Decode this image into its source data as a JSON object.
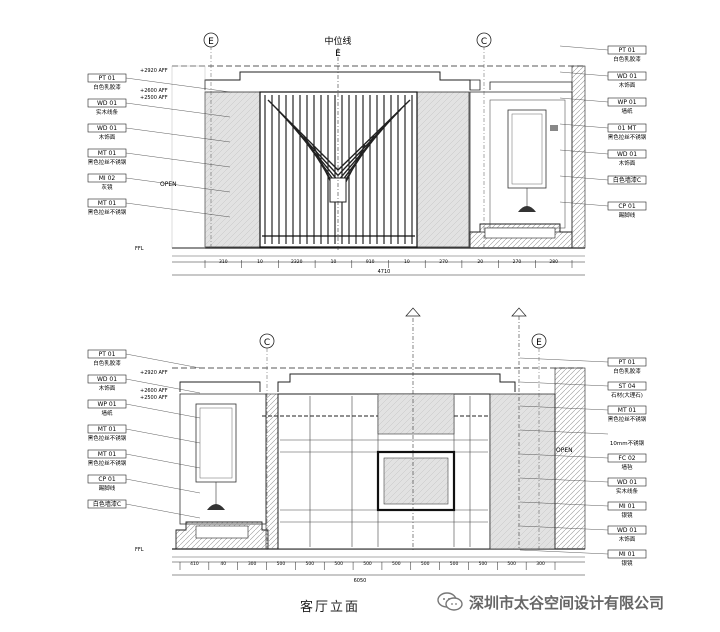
{
  "top_elevation": {
    "center_label": "中位线",
    "axis_marks": [
      "E",
      "C"
    ],
    "center_mark": "E",
    "left_tags": [
      {
        "code": "PT 01",
        "desc": "白色乳胶漆"
      },
      {
        "code": "WD 01",
        "desc": "实木线条"
      },
      {
        "code": "WD 01",
        "desc": "木饰面"
      },
      {
        "code": "MT 01",
        "desc": "黑色拉丝不锈钢"
      },
      {
        "code": "MI 02",
        "desc": "灰镜"
      },
      {
        "code": "MT 01",
        "desc": "黑色拉丝不锈钢"
      }
    ],
    "right_tags": [
      {
        "code": "PT 01",
        "desc": "白色乳胶漆"
      },
      {
        "code": "WD 01",
        "desc": "木饰面"
      },
      {
        "code": "WP 01",
        "desc": "墙纸"
      },
      {
        "code": "01 MT",
        "desc": "黑色拉丝不锈钢"
      },
      {
        "code": "WD 01",
        "desc": "木饰面"
      },
      {
        "code": "白色墙漆C",
        "desc": ""
      },
      {
        "code": "CP 01",
        "desc": "踢脚线"
      }
    ],
    "level_marks": [
      "+2920 AFF",
      "+2600 AFF",
      "+2500 AFF"
    ],
    "open_label": "OPEN",
    "floor_mark": "FFL",
    "dims": [
      "310",
      "10",
      "2320",
      "10",
      "910",
      "10",
      "270",
      "20",
      "270",
      "280"
    ],
    "total_dim": "4710"
  },
  "bottom_elevation": {
    "axis_marks": [
      "C",
      "E"
    ],
    "left_tags": [
      {
        "code": "PT 01",
        "desc": "白色乳胶漆"
      },
      {
        "code": "WD 01",
        "desc": "木饰面"
      },
      {
        "code": "WP 01",
        "desc": "墙纸"
      },
      {
        "code": "MT 01",
        "desc": "黑色拉丝不锈钢"
      },
      {
        "code": "MT 01",
        "desc": "黑色拉丝不锈钢"
      },
      {
        "code": "CP 01",
        "desc": "踢脚线"
      },
      {
        "code": "白色墙漆C",
        "desc": ""
      }
    ],
    "right_tags": [
      {
        "code": "PT 01",
        "desc": "白色乳胶漆"
      },
      {
        "code": "ST 04",
        "desc": "石材(大理石)"
      },
      {
        "code": "MT 01",
        "desc": "黑色拉丝不锈钢"
      },
      {
        "code": "",
        "desc": "10mm不锈钢"
      },
      {
        "code": "FC 02",
        "desc": "墙毡"
      },
      {
        "code": "WD 01",
        "desc": "实木线条"
      },
      {
        "code": "MI 01",
        "desc": "银镜"
      },
      {
        "code": "WD 01",
        "desc": "木饰面"
      },
      {
        "code": "MI 01",
        "desc": "银镜"
      }
    ],
    "level_marks": [
      "+2920 AFF",
      "+2600 AFF",
      "+2500 AFF"
    ],
    "open_label": "OPEN",
    "floor_mark": "FFL",
    "dims": [
      "410",
      "40",
      "300",
      "500",
      "500",
      "500",
      "500",
      "500",
      "500",
      "500",
      "500",
      "500",
      "300"
    ],
    "total_dim": "6050"
  },
  "sheet_title": "客厅立面",
  "watermark": "深圳市太谷空间设计有限公司",
  "colors": {
    "line": "#222222",
    "hatch": "#9a9a9a",
    "wall": "#d6d6d6",
    "watermark": "#666666"
  }
}
